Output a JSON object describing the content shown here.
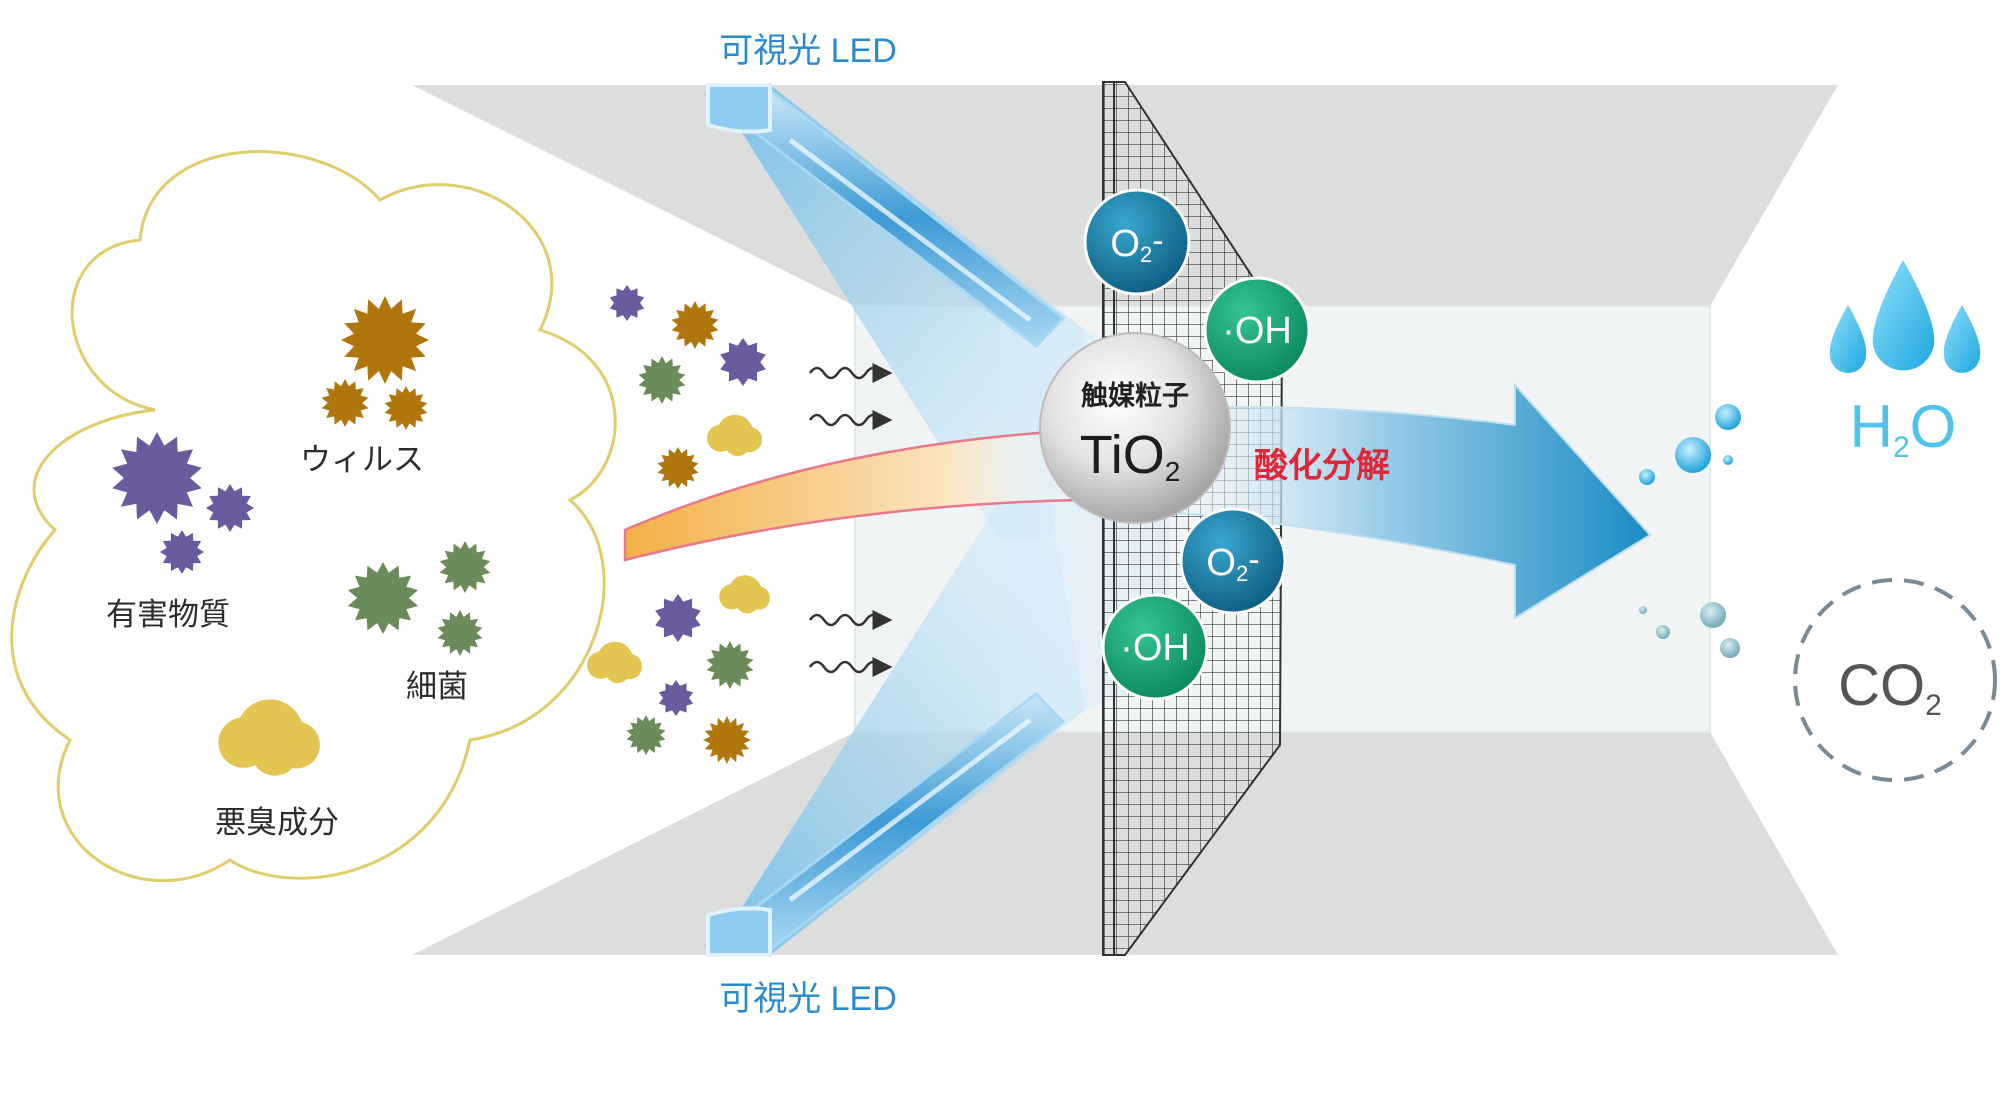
{
  "labels": {
    "led_top": "可視光 LED",
    "led_bottom": "可視光 LED",
    "harmful": "有害物質",
    "virus": "ウィルス",
    "bacteria": "細菌",
    "odor": "悪臭成分",
    "catalyst": "触媒粒子",
    "tio2_main": "TiO",
    "tio2_sub": "2",
    "decomposition": "酸化分解",
    "h2o_h": "H",
    "h2o_sub": "2",
    "h2o_o": "O",
    "co2_main": "CO",
    "co2_sub": "2"
  },
  "ions": [
    {
      "main": "O",
      "sub": "2",
      "sup": "-"
    },
    {
      "main": "·OH"
    },
    {
      "main": "O",
      "sub": "2",
      "sup": "-"
    },
    {
      "main": "·OH"
    }
  ],
  "colors": {
    "virus_purple": "#6a5a9e",
    "virus_brown": "#b0760e",
    "bacteria_green": "#6b8c5a",
    "odor_yellow": "#e3c651",
    "cloud_outline": "#e0cc6a",
    "led_label_blue": "#2a8ad0",
    "ion_blue": "#1a7aa0",
    "ion_green": "#1aa577",
    "red_text": "#e0273a",
    "h2o_blue": "#4fc3ec",
    "co2_gray": "#7a8a94",
    "housing_gray": "#dcdedd"
  },
  "icons": {
    "led": "led-tube-icon",
    "filter": "filter-grid-icon",
    "airflow": "wavy-arrow-icon",
    "droplet": "water-drop-icon"
  }
}
